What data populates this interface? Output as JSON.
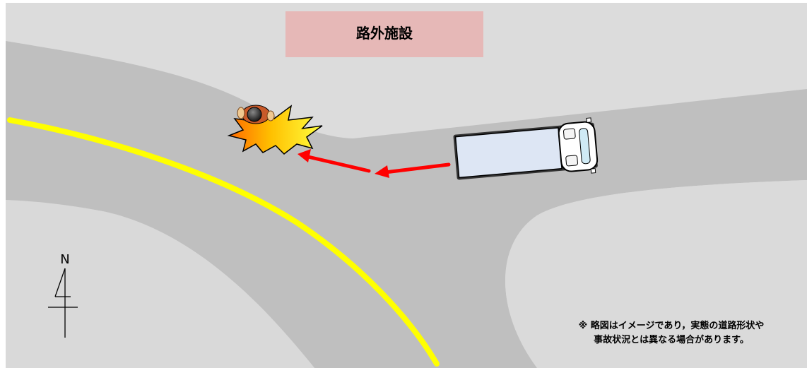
{
  "facility_label": "路外施設",
  "compass_label": "N",
  "disclaimer": {
    "line1": "※ 略図はイメージであり，実態の道路形状や",
    "line2": "事故状況とは異なる場合があります。"
  },
  "colors": {
    "outside_area": "#dcdcdc",
    "road": "#bfbfbf",
    "facility_box": "#e6b8b7",
    "centerline": "#ffff00",
    "arrow": "#ff0000",
    "truck_body": "#dde6f4",
    "collision": "#ffd400"
  },
  "icons": {
    "truck": "truck-icon",
    "motorcycle": "motorcycle-icon",
    "collision": "collision-burst-icon",
    "compass": "north-arrow-icon"
  }
}
